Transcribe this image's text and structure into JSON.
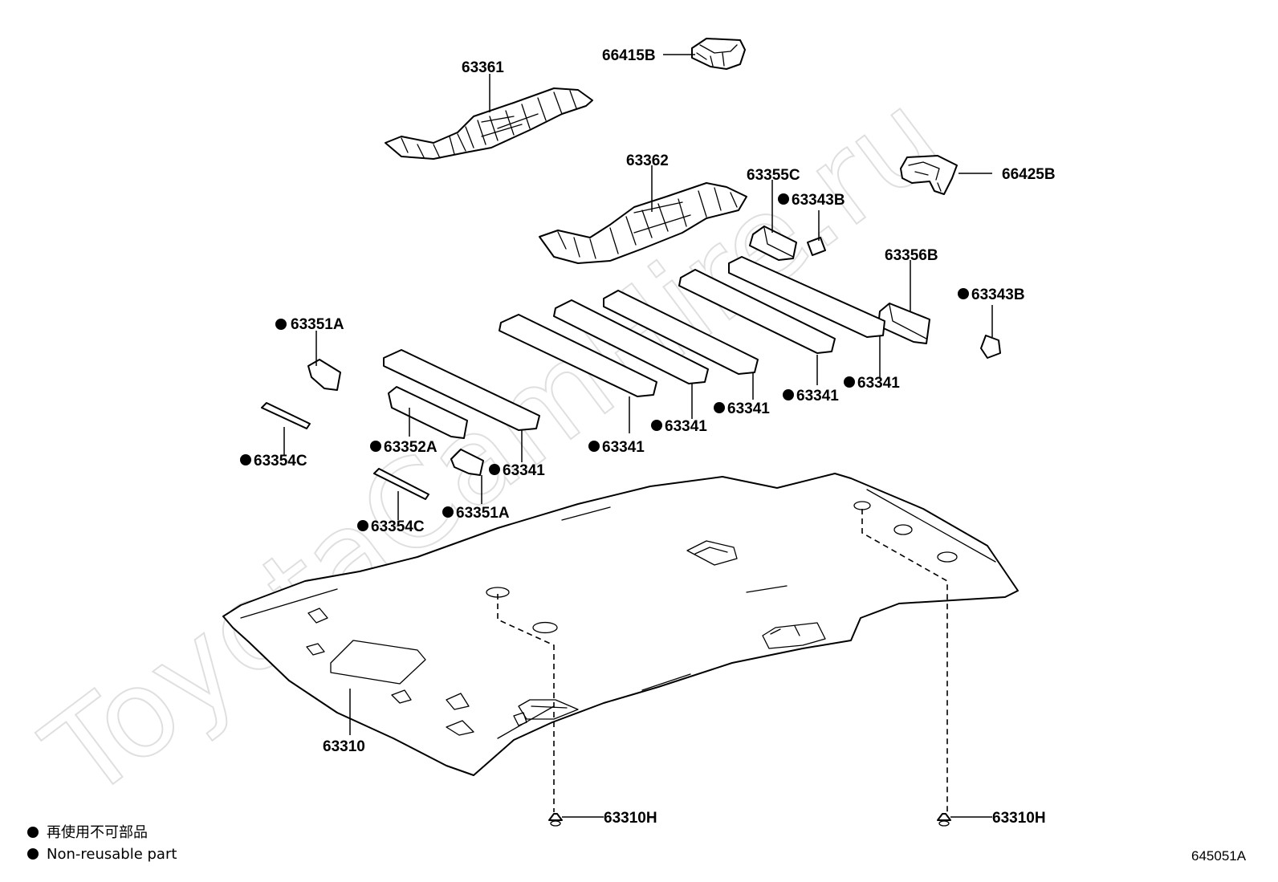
{
  "watermark": "ToyotaCamHire.ru",
  "parts": {
    "p63361": "63361",
    "p66415B": "66415B",
    "p63362": "63362",
    "p63355C": "63355C",
    "p63343B_top": "63343B",
    "p66425B": "66425B",
    "p63356B": "63356B",
    "p63343B_right": "63343B",
    "p63351A_left": "63351A",
    "p63341_a": "63341",
    "p63341_b": "63341",
    "p63341_c": "63341",
    "p63341_d": "63341",
    "p63341_e": "63341",
    "p63341_f": "63341",
    "p63352A": "63352A",
    "p63354C_left": "63354C",
    "p63351A_mid": "63351A",
    "p63354C_mid": "63354C",
    "p63310": "63310",
    "p63310H_left": "63310H",
    "p63310H_right": "63310H"
  },
  "legend": {
    "line1": "再使用不可部品",
    "line2": "Non-reusable part"
  },
  "figure_code": "645051A"
}
